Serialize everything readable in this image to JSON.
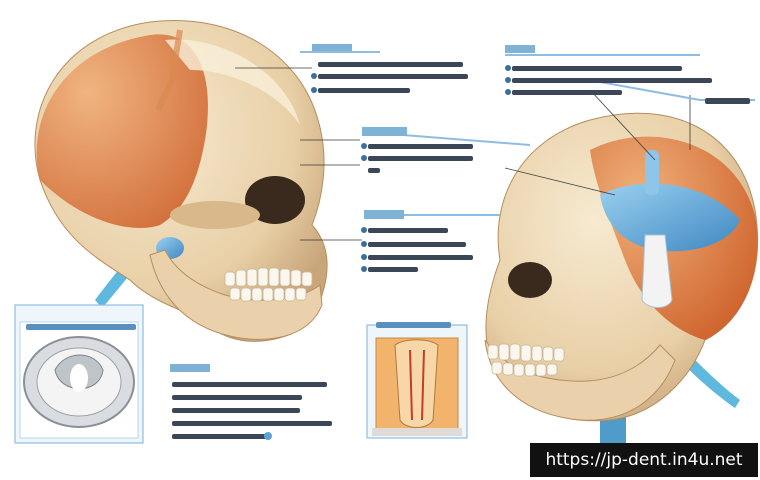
{
  "watermark": {
    "text": "https://jp-dent.in4u.net"
  },
  "colors": {
    "bone": "#efd9b6",
    "bone_shadow": "#c9a57a",
    "muscle": "#d9743f",
    "muscle_light": "#eaa46f",
    "disc_blue": "#5aa3d8",
    "nerve_blue": "#5fb8de",
    "callout_blue": "#7fb3d5",
    "label_text": "#2f3a4a"
  },
  "icons": [
    "skull-illustration",
    "skull-illustration",
    "joint-inset-image",
    "tooth-cross-section-image"
  ]
}
